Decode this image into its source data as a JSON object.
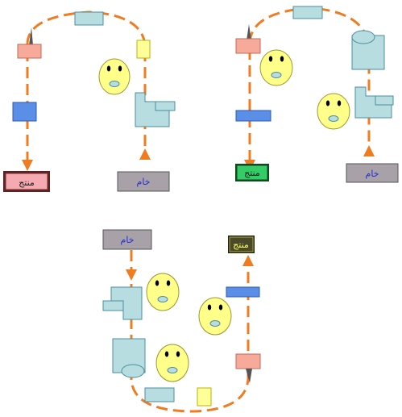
{
  "colors": {
    "path": "#f07c22",
    "light_blue": "#b7dde0",
    "blue": "#5b8ee6",
    "pink": "#f7a99a",
    "light_yellow": "#ffff99",
    "face_yellow": "#ffff8a",
    "gray_box": "#a8a2a8",
    "pink_box": "#f5a9b0",
    "green_box": "#33cc66",
    "dark_box": "#4a4a2a",
    "text_blue": "#1f2ad6",
    "text_dark": "#1a1a1a",
    "text_yellow": "#ffff66"
  },
  "diagrams": [
    {
      "raw_label": "خام",
      "product_label": "منتج"
    },
    {
      "raw_label": "خام",
      "product_label": "منتج"
    },
    {
      "raw_label": "خام",
      "product_label": "منتج"
    }
  ]
}
